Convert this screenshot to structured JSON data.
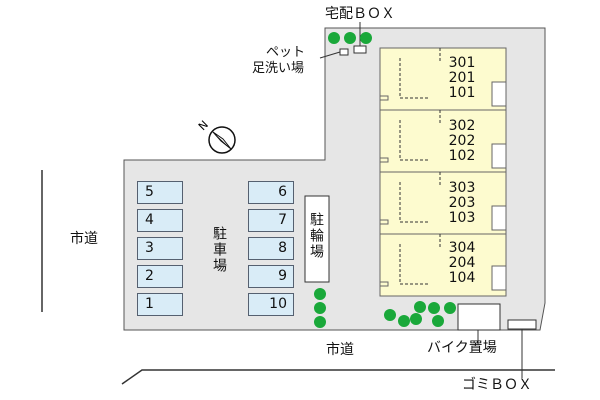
{
  "labels": {
    "delivery_box": "宅配ＢＯＸ",
    "pet_wash_line1": "ペット",
    "pet_wash_line2": "足洗い場",
    "city_road_left": "市道",
    "city_road_bottom": "市道",
    "parking_lot": "駐車場",
    "bicycle_parking": "駐輪場",
    "bike_area": "バイク置場",
    "trash_box": "ゴミＢＯＸ"
  },
  "parking_left": [
    "5",
    "4",
    "3",
    "2",
    "1"
  ],
  "parking_right": [
    "6",
    "7",
    "8",
    "9",
    "10"
  ],
  "building_units": [
    [
      "301",
      "201",
      "101"
    ],
    [
      "302",
      "202",
      "102"
    ],
    [
      "303",
      "203",
      "103"
    ],
    [
      "304",
      "204",
      "104"
    ]
  ],
  "colors": {
    "lot_fill": "#e6e6e6",
    "building_fill": "#fdfbcf",
    "parking_fill": "#d9ecf7",
    "tree": "#1aa83a"
  }
}
